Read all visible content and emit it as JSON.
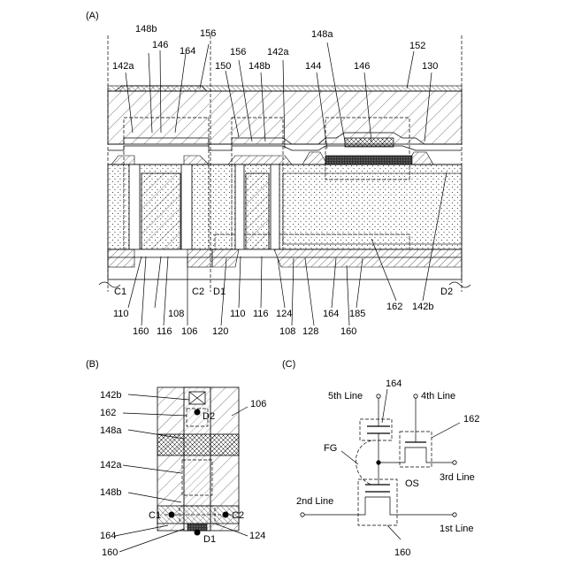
{
  "panels": {
    "a": {
      "title": "(A)",
      "labels_top": [
        "148b",
        "146",
        "164",
        "156",
        "142a",
        "156",
        "148b",
        "142a",
        "148a",
        "146",
        "152",
        "130",
        "150",
        "144"
      ],
      "labels_bottom": [
        "C1",
        "C2",
        "D1",
        "D2",
        "110",
        "108",
        "160",
        "116",
        "106",
        "110",
        "116",
        "124",
        "120",
        "108",
        "128",
        "164",
        "185",
        "160",
        "162",
        "142b"
      ]
    },
    "b": {
      "title": "(B)",
      "labels": [
        "142b",
        "162",
        "148a",
        "142a",
        "148b",
        "106",
        "D2",
        "C1",
        "C2",
        "164",
        "160",
        "D1",
        "124"
      ]
    },
    "c": {
      "title": "(C)",
      "labels": [
        "5th Line",
        "164",
        "4th Line",
        "162",
        "FG",
        "OS",
        "3rd Line",
        "2nd Line",
        "1st Line",
        "160"
      ]
    }
  },
  "colors": {
    "line": "#000000",
    "background": "#ffffff"
  }
}
